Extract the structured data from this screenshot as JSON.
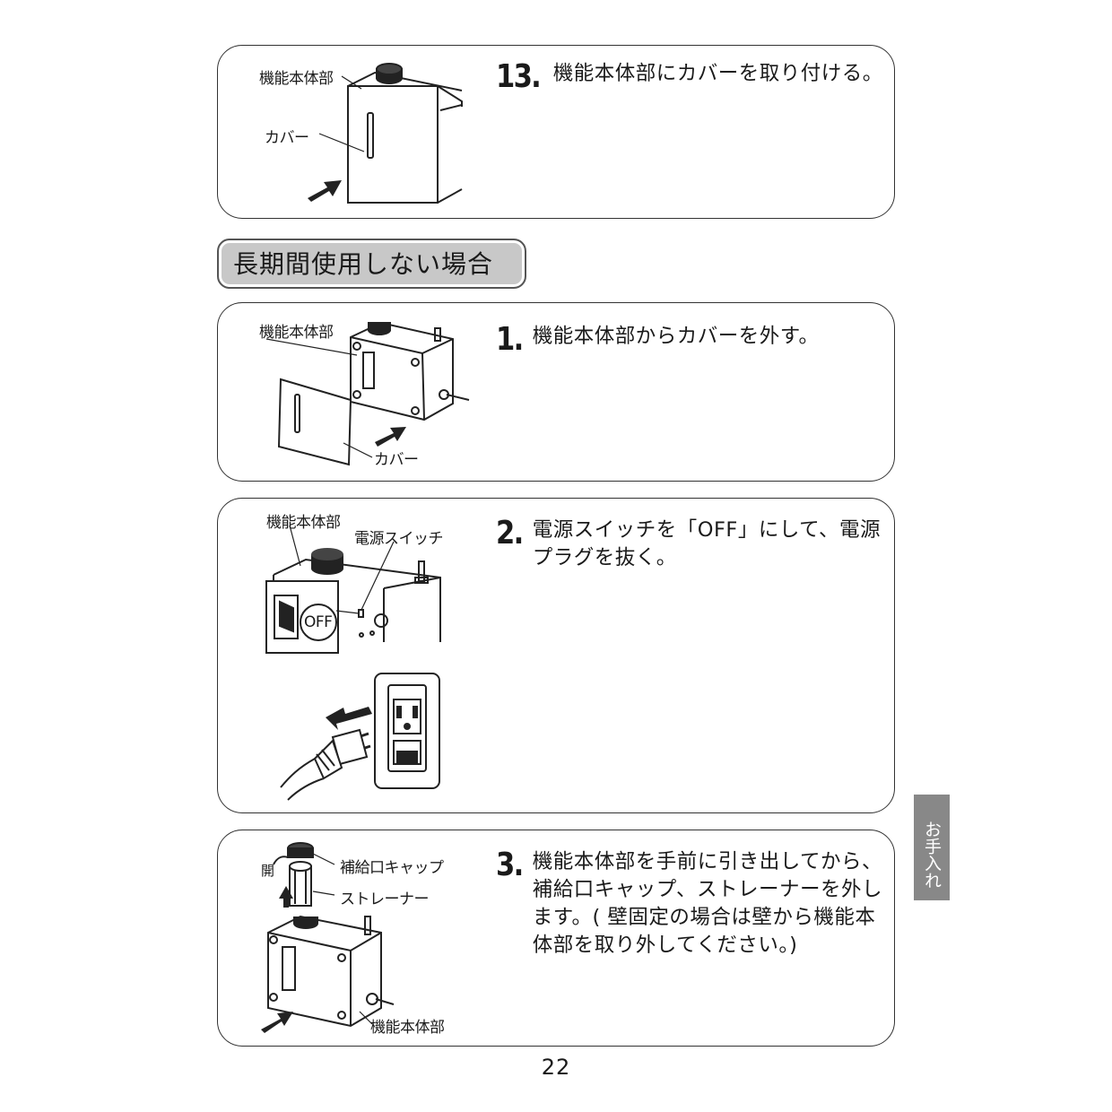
{
  "panel1": {
    "step_number": "13.",
    "step_text": "機能本体部にカバーを取り付ける。",
    "label_main_unit": "機能本体部",
    "label_cover": "カバー"
  },
  "section": {
    "title": "長期間使用しない場合"
  },
  "panel2": {
    "step_number": "1.",
    "step_text": "機能本体部からカバーを外す。",
    "label_main_unit": "機能本体部",
    "label_cover": "カバー"
  },
  "panel3": {
    "step_number": "2.",
    "step_text": "電源スイッチを「OFF」にして、電源プラグを抜く。",
    "label_main_unit": "機能本体部",
    "label_switch": "電源スイッチ",
    "label_off": "OFF"
  },
  "panel4": {
    "step_number": "3.",
    "step_text": "機能本体部を手前に引き出してから、補給口キャップ、ストレーナーを外します。( 壁固定の場合は壁から機能本体部を取り外してください。)",
    "label_open": "開",
    "label_cap": "補給口キャップ",
    "label_strainer": "ストレーナー",
    "label_main_unit": "機能本体部"
  },
  "side_tab": "お手入れ",
  "page_number": "22"
}
